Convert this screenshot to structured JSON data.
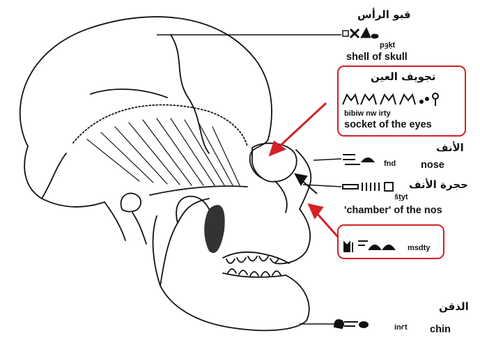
{
  "colors": {
    "highlight": "#d42026",
    "ink": "#111111"
  },
  "labels": {
    "skull_cap": {
      "arabic": "قبو الرأس",
      "translit": "pȝḳt",
      "english": "shell of skull"
    },
    "eye_socket": {
      "arabic": "تجويف العين",
      "translit": "bibiw nw irty",
      "english": "socket of the eyes"
    },
    "nose": {
      "arabic": "الأنف",
      "translit": "fnd",
      "english": "nose"
    },
    "nasal_chamber": {
      "arabic": "حجرة الأنف",
      "translit": "šṯyt",
      "english": "'chamber' of the nos"
    },
    "nasal_cheek": {
      "translit": "msdty"
    },
    "chin": {
      "arabic": "الذقن",
      "translit": "inꜥt",
      "english": "chin"
    }
  }
}
